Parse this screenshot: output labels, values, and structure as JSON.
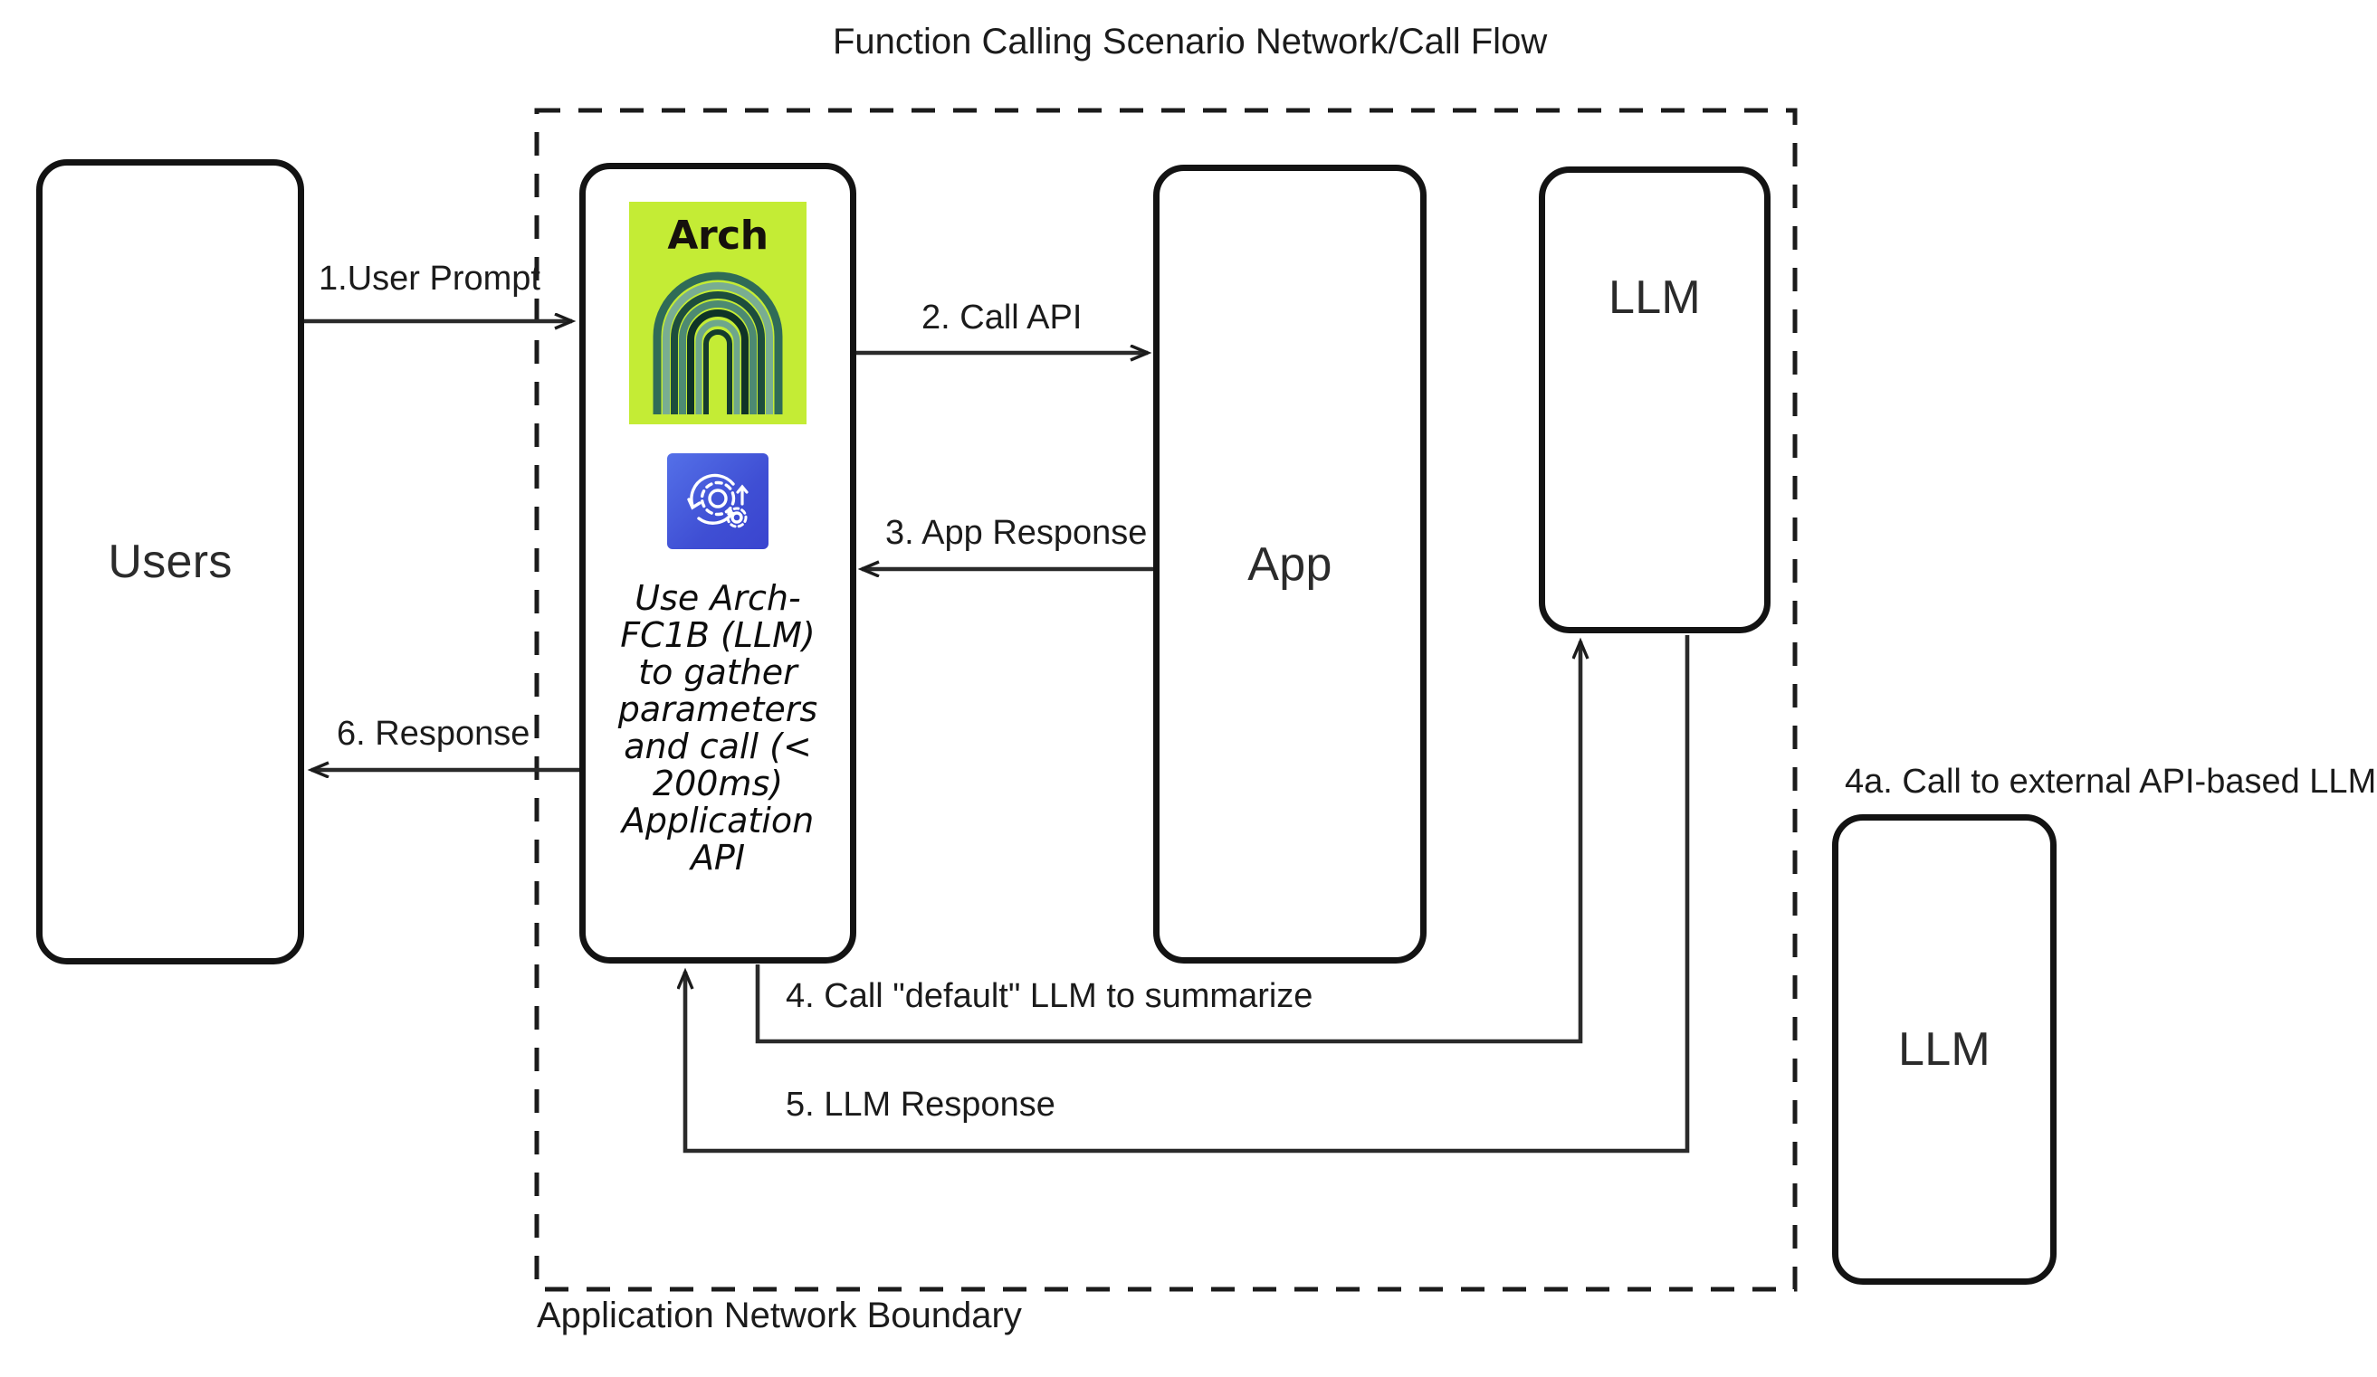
{
  "diagram": {
    "title": "Function Calling Scenario Network/Call Flow",
    "boundary_label": "Application Network Boundary"
  },
  "nodes": {
    "users": {
      "label": "Users"
    },
    "arch": {
      "logo_word": "Arch",
      "logo_color": "#c4ec35",
      "gear_tile_color": "#4050d6",
      "note": "Use Arch-FC1B (LLM) to gather parameters and call (< 200ms) Application API"
    },
    "app": {
      "label": "App"
    },
    "llm_internal": {
      "label": "LLM"
    },
    "llm_external": {
      "label": "LLM"
    }
  },
  "edges": {
    "e1": {
      "label": "1.User Prompt",
      "from": "users",
      "to": "arch"
    },
    "e2": {
      "label": "2. Call API",
      "from": "arch",
      "to": "app"
    },
    "e3": {
      "label": "3. App Response",
      "from": "app",
      "to": "arch"
    },
    "e4": {
      "label": "4. Call \"default\" LLM to summarize",
      "from": "arch",
      "to": "llm_internal"
    },
    "e5": {
      "label": "5. LLM Response",
      "from": "llm_internal",
      "to": "arch"
    },
    "e6": {
      "label": "6.  Response",
      "from": "arch",
      "to": "users"
    },
    "e4a": {
      "label": "4a. Call to external API-based LLM",
      "from": "llm_internal",
      "to": "llm_external"
    }
  },
  "icons": {
    "arch_logo": "arch-rainbow-logo",
    "gear": "gears-refresh-icon"
  },
  "colors": {
    "stroke": "#131313",
    "text": "#1b1b1b",
    "lime": "#c4ec35",
    "blue": "#4050d6"
  }
}
